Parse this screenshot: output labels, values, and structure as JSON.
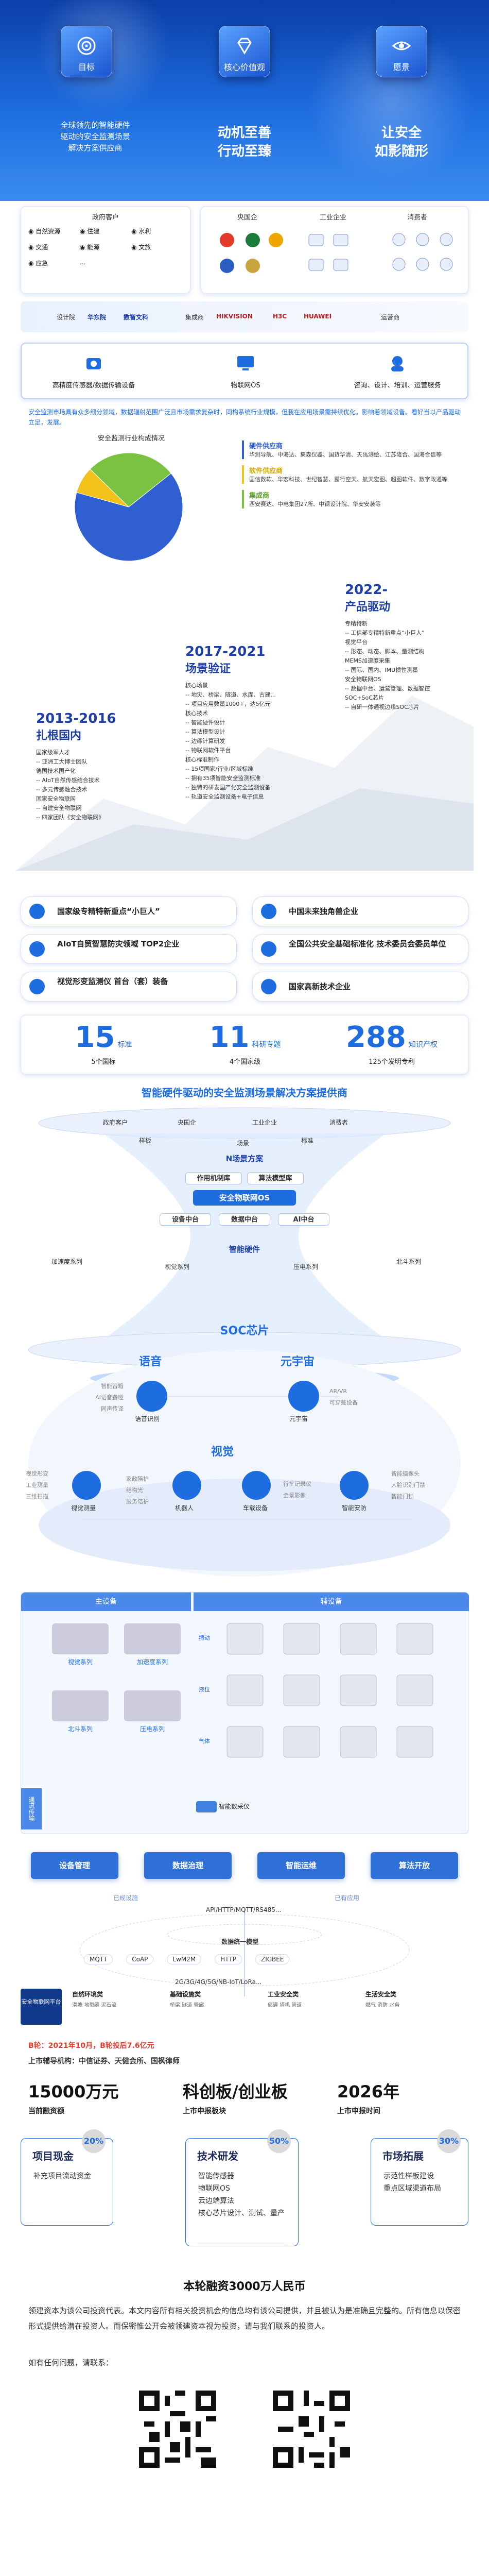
{
  "hero": {
    "tiles": [
      {
        "label": "目标",
        "icon": "target-icon",
        "lines": [
          "全球领先的智能硬件",
          "驱动的安全监测场景",
          "解决方案供应商"
        ]
      },
      {
        "label": "核心价值观",
        "icon": "diamond-icon",
        "lines": [
          "动机至善",
          "行动至臻"
        ]
      },
      {
        "label": "愿景",
        "icon": "eye-icon",
        "lines": [
          "让安全",
          "如影随形"
        ]
      }
    ]
  },
  "customers": {
    "gov": {
      "title": "政府客户",
      "items": [
        "自然资源",
        "住建",
        "水利",
        "交通",
        "能源",
        "文旅",
        "应急",
        "..."
      ]
    },
    "central": {
      "title": "央国企"
    },
    "industry": {
      "title": "工业企业"
    },
    "consumer": {
      "title": "消费者"
    }
  },
  "partners": {
    "designer_label": "设计院",
    "designers": [
      "华东院",
      "数智文科"
    ],
    "integrator_label": "集成商",
    "integrators": [
      "HIKVISION",
      "H3C",
      "HUAWEI"
    ],
    "operator_label": "运营商"
  },
  "offerings": [
    {
      "label": "高精度传感器/数据传输设备",
      "icon": "sensor-icon"
    },
    {
      "label": "物联网OS",
      "icon": "os-icon"
    },
    {
      "label": "咨询、设计、培训、运营服务",
      "icon": "service-icon"
    }
  ],
  "intro_text": "安全监测市场具有众多细分领域，数据辐射范围广泛且市场需求复杂时，同构系统行业规模，但我在应用场景需持续优化，影响着领域设备。看好当以产品驱动立足，发展。",
  "chart": {
    "title": "安全监测行业构成情况",
    "legend": [
      {
        "name": "硬件供应商",
        "color": "#2f5fd0",
        "desc": "华测导航、中海达、集森仪器、国货华清、天禹测绘、江苏隆合、国海合信等"
      },
      {
        "name": "软件供应商",
        "color": "#f2c21a",
        "desc": "国信数软、华宏科技、世纪智慧、霸行空天、航天宏图、超图软件、数字政通等"
      },
      {
        "name": "集成商",
        "color": "#7cc242",
        "desc": "西安赛达、中电集团27所、中钢设计院、华安安装等"
      }
    ]
  },
  "chart_data": {
    "type": "pie",
    "title": "安全监测行业构成情况",
    "categories": [
      "硬件供应商",
      "软件供应商",
      "集成商"
    ],
    "values": [
      65,
      8,
      27
    ]
  },
  "timeline": [
    {
      "year": "2013-2016",
      "title": "扎根国内",
      "lines": [
        "国家级军人才",
        "-- 亚洲工大博士团队",
        "德国技术国产化",
        "-- AIoT自然传感结合技术",
        "-- 多元传感融合技术",
        "国家安全物联网",
        "-- 自建安全物联网",
        "-- 四家团队《安全物联网》"
      ]
    },
    {
      "year": "2017-2021",
      "title": "场景验证",
      "lines": [
        "核心场景",
        "-- 地灾、桥梁、隧道、水库、古建...",
        "-- 项目应用数量1000+，达5亿元",
        "核心技术",
        "-- 智能硬件设计",
        "-- 算法模型设计",
        "-- 边缘计算研发",
        "-- 物联网软件平台",
        "核心标准制作",
        "-- 15项国家/行业/区域标准",
        "-- 拥有35项智能安全监测标准",
        "-- 独特的研发国产化安全监测设备",
        "-- 轨道安全监测设备+电子信息"
      ]
    },
    {
      "year": "2022-",
      "title": "产品驱动",
      "lines": [
        "专精特新",
        "-- 工信部专精特新重点“小巨人”",
        "视觉平台",
        "-- 形态、动态、脚本、量测结构",
        "MEMS加速度采集",
        "-- 国际、国内、IMU惯性测量",
        "安全物联网OS",
        "-- 数据中台、运营管理、数据智控",
        "SOC+SoC芯片",
        "-- 自研一体通视边缘SOC芯片"
      ]
    }
  ],
  "honors": [
    {
      "label": "国家级专精特新重点“小巨人”"
    },
    {
      "label": "中国未来独角兽企业"
    },
    {
      "label": "AIoT自贸智慧防灾领域 TOP2企业"
    },
    {
      "label": "全国公共安全基础标准化 技术委员会委员单位"
    },
    {
      "label": "视觉形变监测仪 首台（套）装备"
    },
    {
      "label": "国家高新技术企业"
    }
  ],
  "stats": [
    {
      "num": "15",
      "unit": "标准",
      "sub": "5个国标"
    },
    {
      "num": "11",
      "unit": "科研专题",
      "sub": "4个国家级"
    },
    {
      "num": "288",
      "unit": "知识产权",
      "sub": "125个发明专利"
    }
  ],
  "solution": {
    "title": "智能硬件驱动的安全监测场景解决方案提供商",
    "top": [
      "政府客户",
      "央国企",
      "工业企业",
      "消费者"
    ],
    "mid": [
      "样板",
      "",
      "场景",
      "",
      "标准"
    ],
    "n_scene": "N场景方案",
    "row1": [
      "作用机制库",
      "算法模型库"
    ],
    "os": "安全物联网OS",
    "row2": [
      "设备中台",
      "数据中台",
      "AI中台"
    ],
    "hardware": "智能硬件",
    "hw_row": [
      "视觉系列",
      "压电系列"
    ],
    "left": "加速度系列",
    "right": "北斗系列",
    "soc": "SOC芯片"
  },
  "domains": {
    "voice": {
      "title": "语音",
      "items": [
        "智能音箱",
        "AI语音聋哑",
        "同声传译"
      ],
      "core": "语音识别"
    },
    "meta": {
      "title": "元宇宙",
      "items": [
        "AR/VR",
        "可穿戴设备"
      ],
      "core": "元宇宙"
    },
    "vision": {
      "title": "视觉",
      "left_items": [
        "视觉形变",
        "工业测量",
        "三维扫描"
      ],
      "nodes": [
        "视觉测量",
        "机器人",
        "车载设备",
        "智能安防"
      ],
      "mid_items": [
        "家政陪护",
        "结构光",
        "服务陪护"
      ],
      "car_items": [
        "行车记录仪",
        "全景影像"
      ],
      "right_items": [
        "智能摄像头",
        "人脸识别门禁",
        "智能门锁"
      ]
    }
  },
  "matrix": {
    "main_header": "主设备",
    "aux_header": "辅设备",
    "main_items": [
      "视觉系列",
      "加速度系列",
      "北斗系列",
      "压电系列"
    ],
    "aux_rows": [
      "振动",
      "液位",
      "气体"
    ],
    "bottom_label": "通讯传输",
    "bottom_item": "智能数采仪"
  },
  "tech": [
    "设备管理",
    "数据治理",
    "智能运维",
    "算法开放"
  ],
  "network": {
    "top_left": "已规设施",
    "top_right": "已有应用",
    "center": "API/HTTP/MQTT/RS485...",
    "protocols": [
      "MQTT",
      "CoAP",
      "LwM2M",
      "HTTP",
      "ZIGBEE"
    ],
    "gateway": "数据统一模型",
    "wireless": "2G/3G/4G/5G/NB-IoT/LoRa...",
    "bottom": [
      {
        "label": "自然环境类",
        "items": [
          "滑坡",
          "地裂缝",
          "泥石流"
        ]
      },
      {
        "label": "基础设施类",
        "items": [
          "桥梁",
          "隧道",
          "管廊"
        ]
      },
      {
        "label": "工业安全类",
        "items": [
          "储罐",
          "塔机",
          "管道"
        ]
      },
      {
        "label": "生活安全类",
        "items": [
          "燃气",
          "消防",
          "水务"
        ]
      }
    ],
    "left_box": "安全物联网平台"
  },
  "finance": {
    "b_round": "B轮：2021年10月，B轮投后7.6亿元",
    "investors": "上市辅导机构：中信证券、天健会所、国枫律师",
    "cols": [
      {
        "big": "15000万元",
        "small": "当前融资额"
      },
      {
        "big": "科创板/创业板",
        "small": "上市申报板块"
      },
      {
        "big": "2026年",
        "small": "上市申报时间"
      }
    ],
    "cards": [
      {
        "title": "项目现金",
        "pct": "20",
        "items": [
          "补充项目流动资金"
        ]
      },
      {
        "title": "技术研发",
        "pct": "50",
        "items": [
          "智能传感器",
          "物联网OS",
          "云边端算法",
          "核心芯片设计、测试、量产"
        ]
      },
      {
        "title": "市场拓展",
        "pct": "30",
        "items": [
          "示范性样板建设",
          "重点区域渠道布局"
        ]
      }
    ]
  },
  "closing": {
    "title": "本轮融资3000万人民币",
    "body": "领建资本为该公司投资代表。本文内容所有相关投资机会的信息均有该公司提供，并且被认为是准确且完整的。所有信息以保密形式提供给潜在投资人。而保密惟公开会被领建资本视为投资，请与我们联系的投资人。",
    "contact": "如有任何问题，请联系："
  }
}
